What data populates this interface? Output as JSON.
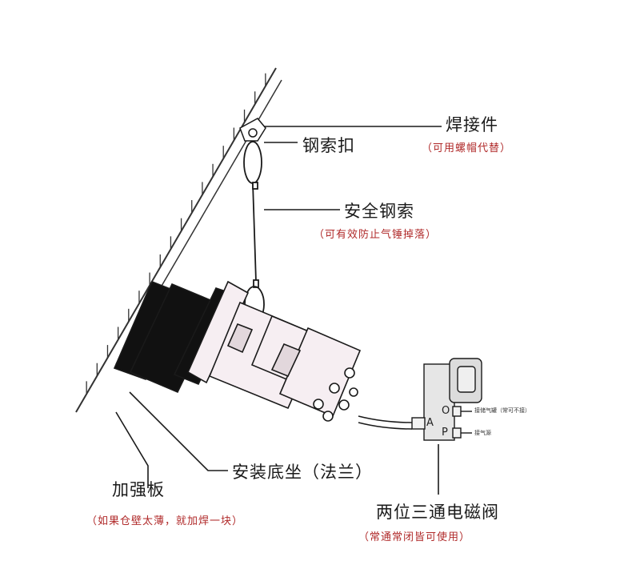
{
  "labels": {
    "weld_part": "焊接件",
    "weld_part_note": "（可用螺帽代替）",
    "cable_clip": "钢索扣",
    "safety_cable": "安全钢索",
    "safety_cable_note": "（可有效防止气锤掉落）",
    "reinforce_plate": "加强板",
    "reinforce_plate_note": "（如果仓壁太薄，就加焊一块）",
    "mount_base": "安装底坐（法兰）",
    "solenoid_valve": "两位三通电磁阀",
    "solenoid_valve_note": "（常通常闭皆可使用）"
  },
  "valve": {
    "port_a": "A",
    "port_o": "O",
    "port_p": "P",
    "port_o_note": "接储气罐（常可不接）",
    "port_p_note": "接气源"
  },
  "colors": {
    "line": "#1a1a1a",
    "wall": "#333333",
    "hammer_fill": "#f6eef2",
    "flange_dark": "#111111",
    "valve_fill": "#e6e6e6",
    "note_red": "#b02a2a"
  }
}
